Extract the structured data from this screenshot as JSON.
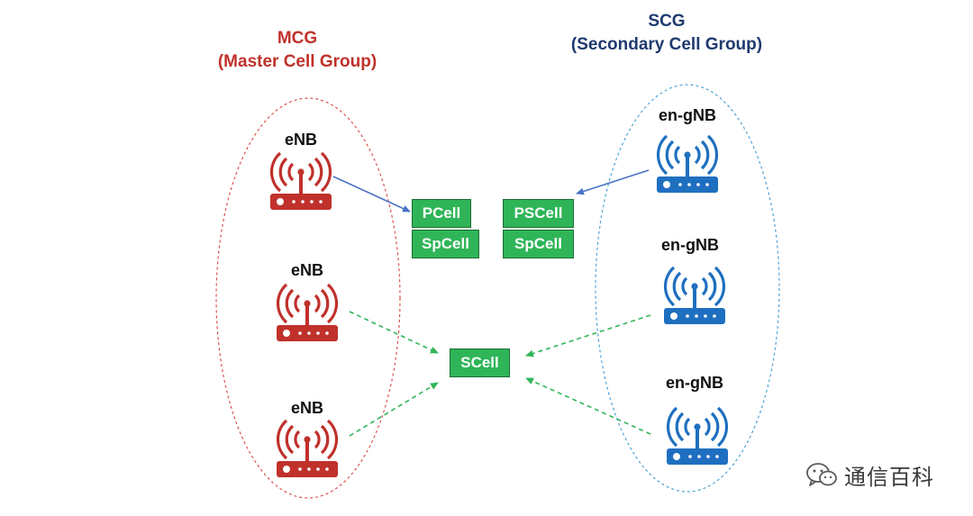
{
  "groups": {
    "mcg": {
      "title": "MCG",
      "subtitle": "(Master Cell Group)",
      "color": "#c0312b"
    },
    "scg": {
      "title": "SCG",
      "subtitle": "(Secondary Cell Group)",
      "color": "#1f3a6e"
    }
  },
  "nodes": {
    "enb_1": {
      "label": "eNB",
      "icon": "red-cell-tower-icon",
      "color": "#c0312b"
    },
    "enb_2": {
      "label": "eNB",
      "icon": "red-cell-tower-icon",
      "color": "#c0312b"
    },
    "enb_3": {
      "label": "eNB",
      "icon": "red-cell-tower-icon",
      "color": "#c0312b"
    },
    "gnb_1": {
      "label": "en-gNB",
      "icon": "blue-cell-tower-icon",
      "color": "#1f6fc0"
    },
    "gnb_2": {
      "label": "en-gNB",
      "icon": "blue-cell-tower-icon",
      "color": "#1f6fc0"
    },
    "gnb_3": {
      "label": "en-gNB",
      "icon": "blue-cell-tower-icon",
      "color": "#1f6fc0"
    }
  },
  "cells": {
    "pcell": "PCell",
    "spcell_mcg": "SpCell",
    "pscell": "PSCell",
    "spcell_scg": "SpCell",
    "scell": "SCell"
  },
  "colors": {
    "cell_fill": "#2fb558",
    "primary_arrow": "#4a72c4",
    "secondary_arrow": "#2fb558"
  },
  "watermark": {
    "text": "通信百科",
    "icon": "wechat-icon"
  }
}
